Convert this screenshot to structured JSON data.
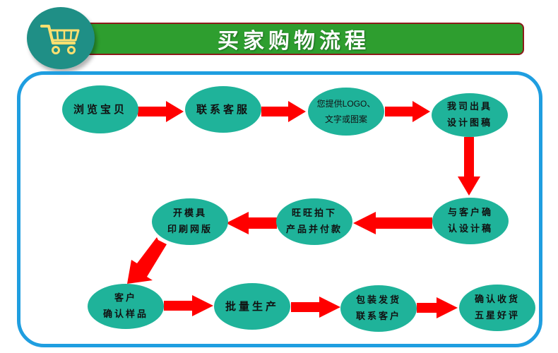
{
  "header": {
    "title": "买家购物流程"
  },
  "icons": {
    "logo": "shopping-cart-icon"
  },
  "colors": {
    "node_fill": "#1fb39a",
    "arrow": "#ff0000",
    "header_bar": "#2e9e2f",
    "frame_border": "#1f9ee0",
    "logo_circle": "#1f8f86"
  },
  "steps": [
    {
      "label": "浏览宝贝"
    },
    {
      "label": "联系客服"
    },
    {
      "label": "您提供LOGO、\n文字或图案"
    },
    {
      "label": "我司出具\n设计图稿"
    },
    {
      "label": "与客户确\n认设计稿"
    },
    {
      "label": "旺旺拍下\n产品并付款"
    },
    {
      "label": "开模具\n印刷网版"
    },
    {
      "label": "客户\n确认样品"
    },
    {
      "label": "批量生产"
    },
    {
      "label": "包装发货\n联系客户"
    },
    {
      "label": "确认收货\n五星好评"
    }
  ]
}
